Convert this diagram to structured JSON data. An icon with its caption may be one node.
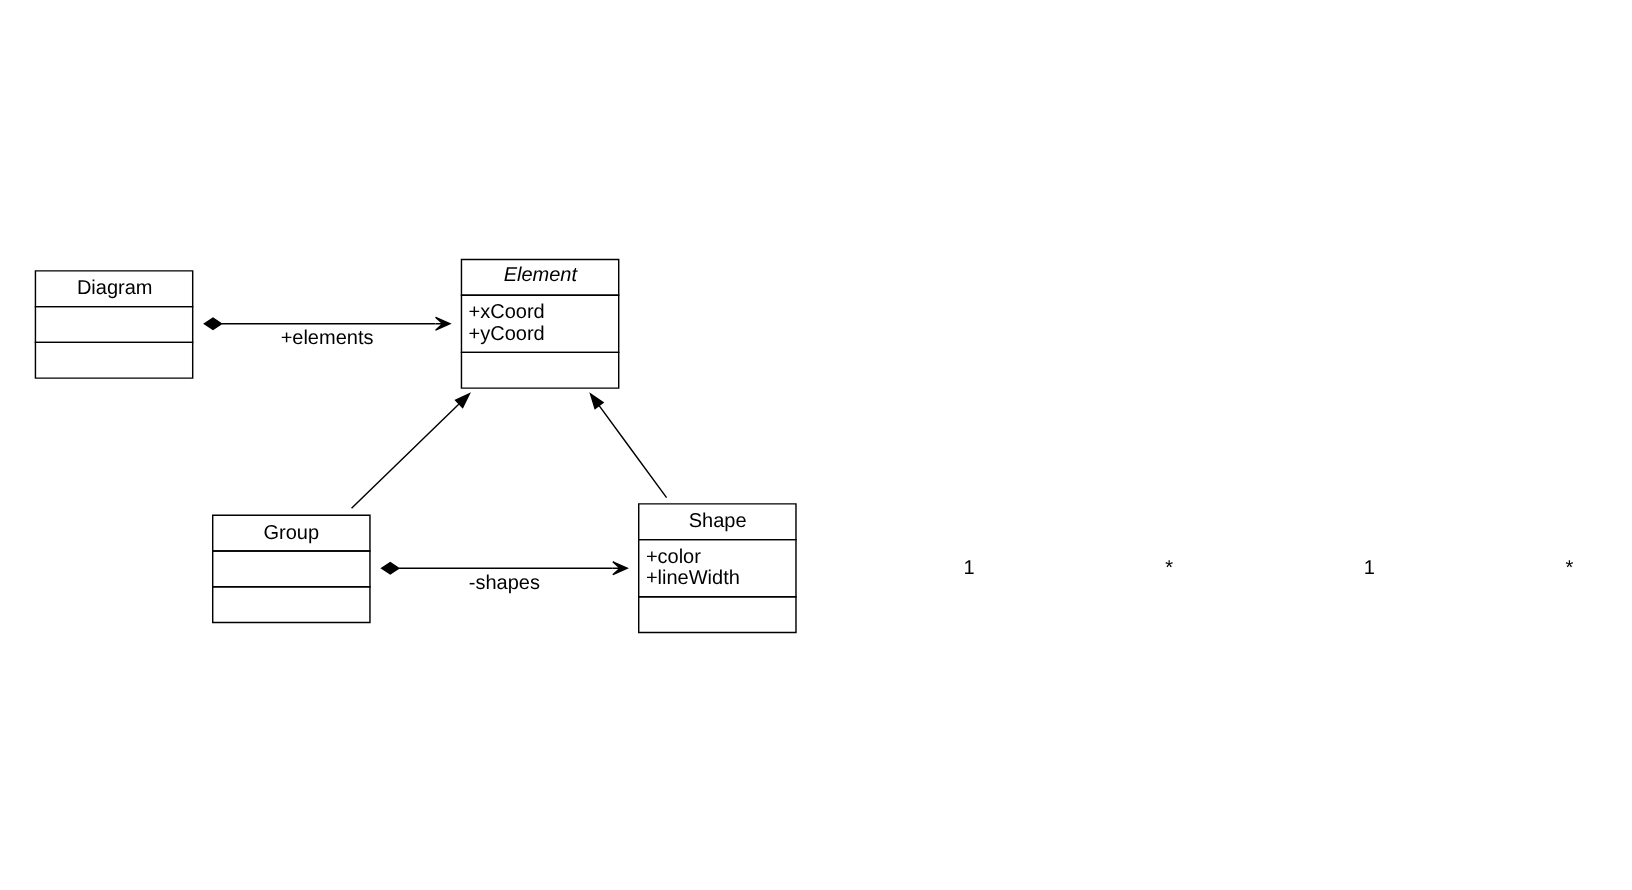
{
  "diagram": {
    "nodes": [
      {
        "text": [
          "Diagram"
        ]
      },
      {
        "text": [
          "Element",
          "+xCoord",
          "+yCoord"
        ]
      },
      {
        "text": [
          "Group"
        ]
      },
      {
        "text": [
          "Shape",
          "+color",
          "+lineWidth"
        ]
      }
    ],
    "edges": [
      {
        "from": 0,
        "to": 1,
        "arrow": "to",
        "label": "+elements"
      },
      {
        "from": 2,
        "to": 1,
        "arrow": "to"
      },
      {
        "from": 3,
        "to": 1,
        "arrow": "to"
      },
      {
        "from": 2,
        "to": 3,
        "arrow": "to",
        "label": "-shapes"
      }
    ],
    "labels": [
      "1",
      "*",
      "1",
      "*"
    ]
  }
}
